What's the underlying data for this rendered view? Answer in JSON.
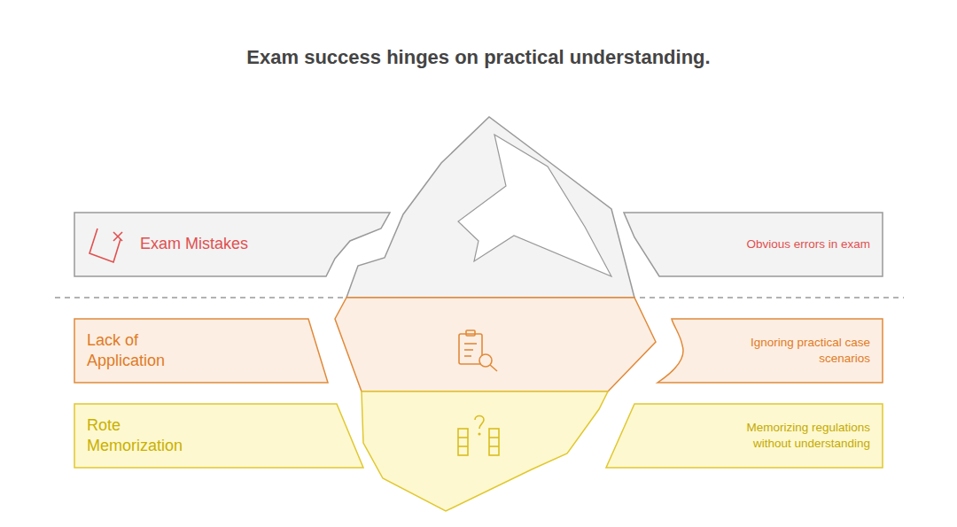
{
  "diagram": {
    "title": "Exam success hinges on practical understanding.",
    "nodes": [
      {
        "text": [
          "Exam Mistakes"
        ]
      },
      {
        "text": [
          "Obvious errors in exam"
        ]
      },
      {
        "text": [
          "Lack of Application"
        ]
      },
      {
        "text": [
          "Ignoring practical case scenarios"
        ]
      },
      {
        "text": [
          "Rote Memorization"
        ]
      },
      {
        "text": [
          "Memorizing regulations without understanding"
        ]
      }
    ]
  }
}
